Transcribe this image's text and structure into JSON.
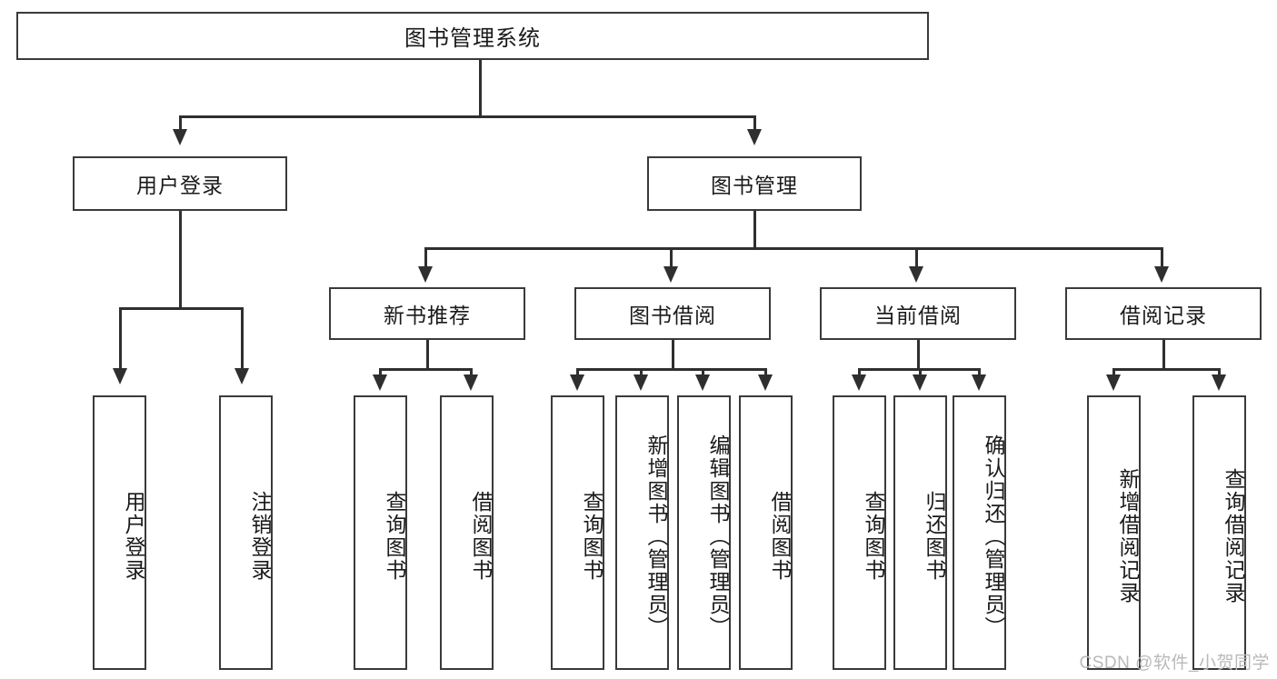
{
  "diagram": {
    "title": "图书管理系统",
    "type": "hierarchy-tree",
    "root": {
      "label": "图书管理系统"
    },
    "level2": [
      {
        "label": "用户登录"
      },
      {
        "label": "图书管理"
      }
    ],
    "level3": [
      {
        "label": "新书推荐"
      },
      {
        "label": "图书借阅"
      },
      {
        "label": "当前借阅"
      },
      {
        "label": "借阅记录"
      }
    ],
    "leaves": {
      "user_login": [
        {
          "label": "用户登录"
        },
        {
          "label": "注销登录"
        }
      ],
      "new_book_recommend": [
        {
          "label": "查询图书"
        },
        {
          "label": "借阅图书"
        }
      ],
      "book_borrow": [
        {
          "label": "查询图书"
        },
        {
          "label": "新增图书（管理员）"
        },
        {
          "label": "编辑图书（管理员）"
        },
        {
          "label": "借阅图书"
        }
      ],
      "current_borrow": [
        {
          "label": "查询图书"
        },
        {
          "label": "归还图书"
        },
        {
          "label": "确认归还（管理员）"
        }
      ],
      "borrow_record": [
        {
          "label": "新增借阅记录"
        },
        {
          "label": "查询借阅记录"
        }
      ]
    }
  },
  "watermark": {
    "text": "CSDN @软件_小贺同学"
  },
  "colors": {
    "box_border": "#3a3a3a",
    "connector": "#2f2f2f",
    "background": "#ffffff",
    "text": "#1a1a1a",
    "watermark": "#b9b9b9"
  }
}
